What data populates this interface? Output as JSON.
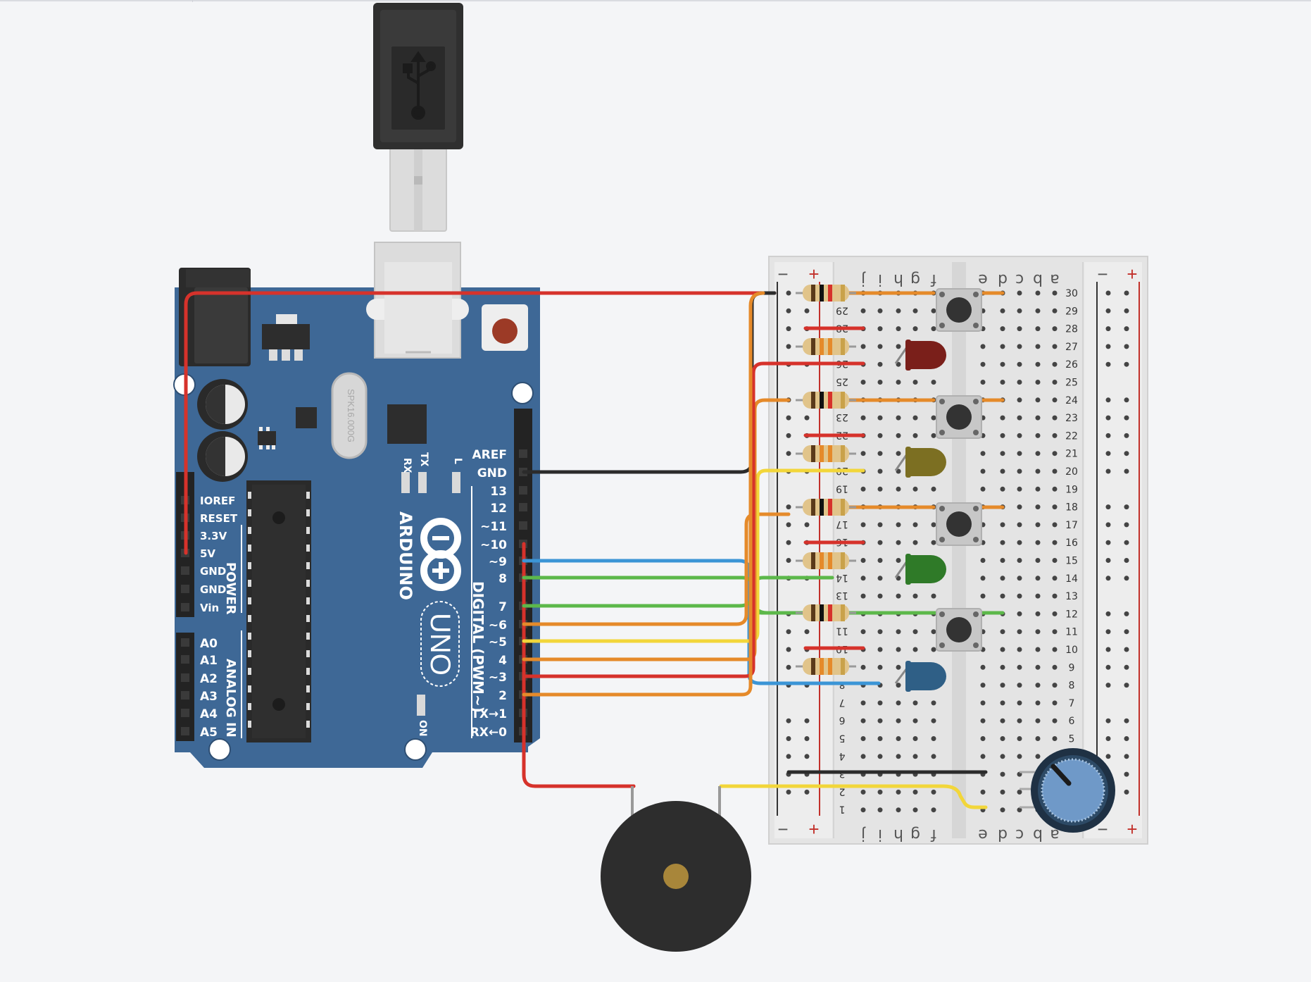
{
  "canvas": {
    "background": "#f4f5f7"
  },
  "arduino": {
    "board_color": "#3e6896",
    "logo_text": "ARDUINO",
    "model_text": "UNO",
    "crystal_text": "SPK16.000G",
    "digital_header_label": "DIGITAL (PWM~)",
    "power_header_label": "POWER",
    "analog_header_label": "ANALOG IN",
    "led_labels": [
      "RX",
      "TX",
      "L"
    ],
    "on_label": "ON",
    "digital_pins": [
      "AREF",
      "GND",
      "13",
      "12",
      "~11",
      "~10",
      "~9",
      "8",
      "7",
      "~6",
      "~5",
      "4",
      "~3",
      "2",
      "TX→1",
      "RX←0"
    ],
    "power_pins": [
      "IOREF",
      "RESET",
      "3.3V",
      "5V",
      "GND",
      "GND",
      "Vin"
    ],
    "analog_pins": [
      "A0",
      "A1",
      "A2",
      "A3",
      "A4",
      "A5"
    ]
  },
  "breadboard": {
    "column_headers_left": [
      "j",
      "i",
      "h",
      "g",
      "f"
    ],
    "column_headers_right": [
      "e",
      "d",
      "c",
      "b",
      "a"
    ],
    "rail_minus": "−",
    "rail_plus": "+",
    "rows": [
      "30",
      "29",
      "28",
      "27",
      "26",
      "25",
      "24",
      "23",
      "22",
      "21",
      "20",
      "19",
      "18",
      "17",
      "16",
      "15",
      "14",
      "13",
      "12",
      "11",
      "10",
      "9",
      "8",
      "7",
      "6",
      "5",
      "4",
      "3",
      "2",
      "1"
    ]
  },
  "components": {
    "leds": [
      {
        "name": "red-led",
        "color": "#7a1f1a"
      },
      {
        "name": "yellow-led",
        "color": "#7c6f22"
      },
      {
        "name": "green-led",
        "color": "#2f7a28"
      },
      {
        "name": "blue-led",
        "color": "#2f5f86"
      }
    ],
    "pushbuttons": 4,
    "resistors": 8,
    "buzzer": "piezo-buzzer",
    "potentiometer": "potentiometer",
    "usb": "usb-cable"
  },
  "wire_colors": {
    "red": "#d6322b",
    "orange": "#e58a2a",
    "yellow": "#f2d63a",
    "green": "#5cb84a",
    "blue": "#3b95d6",
    "black": "#2b2b2b"
  },
  "icons": [
    "usb-icon",
    "arduino-infinity-logo"
  ]
}
